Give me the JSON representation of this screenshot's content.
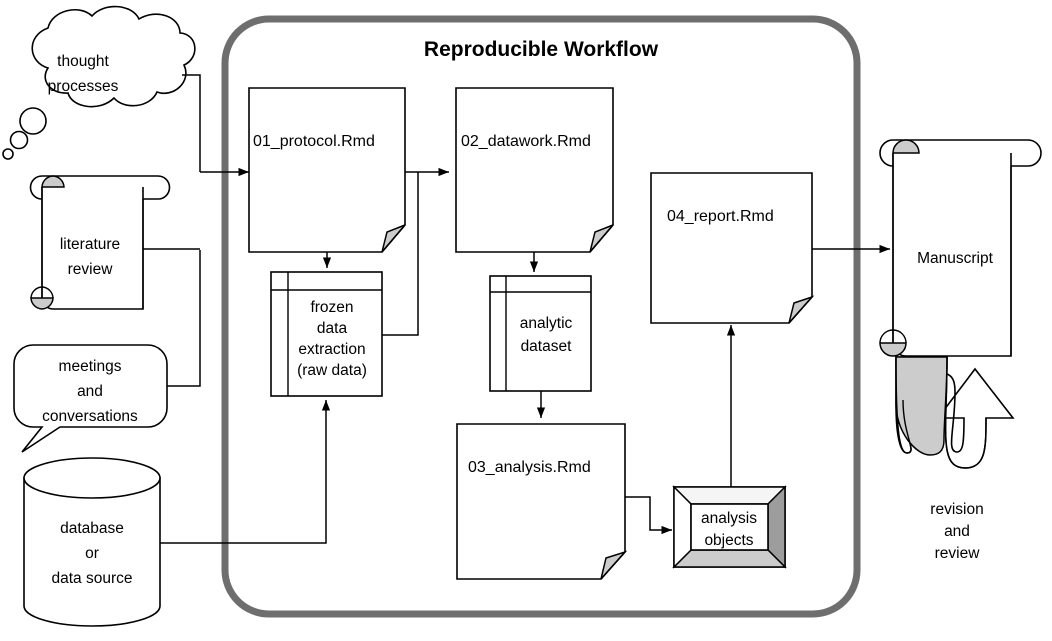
{
  "diagram": {
    "type": "flowchart",
    "title": "Reproducible Workflow",
    "container_label": "Reproducible Workflow",
    "colors": {
      "container_border": "#6e6e6e",
      "shape_stroke": "#000000",
      "shape_fill": "#ffffff",
      "accent_gray": "#cccccc",
      "text": "#000000",
      "background": "#ffffff"
    }
  },
  "inputs": {
    "thought_processes": {
      "line1": "thought",
      "line2": "processes",
      "shape": "cloud"
    },
    "literature_review": {
      "line1": "literature",
      "line2": "review",
      "shape": "scroll"
    },
    "meetings": {
      "line1": "meetings",
      "line2": "and",
      "line3": "conversations",
      "shape": "speech-bubble"
    },
    "database": {
      "line1": "database",
      "line2": "or",
      "line3": "data source",
      "shape": "cylinder"
    }
  },
  "workflow": {
    "protocol": {
      "label": "01_protocol.Rmd",
      "shape": "document"
    },
    "datawork": {
      "label": "02_datawork.Rmd",
      "shape": "document"
    },
    "analysis": {
      "label": "03_analysis.Rmd",
      "shape": "document"
    },
    "report": {
      "label": "04_report.Rmd",
      "shape": "document"
    },
    "frozen_data": {
      "line1": "frozen",
      "line2": "data",
      "line3": "extraction",
      "line4": "(raw data)",
      "shape": "internal-storage"
    },
    "analytic_dataset": {
      "line1": "analytic",
      "line2": "dataset",
      "shape": "internal-storage"
    },
    "analysis_objects": {
      "line1": "analysis",
      "line2": "objects",
      "shape": "3d-box"
    }
  },
  "outputs": {
    "manuscript": {
      "label": "Manuscript",
      "shape": "scroll"
    },
    "revision": {
      "line1": "revision",
      "line2": "and",
      "line3": "review",
      "shape": "curved-arrow"
    }
  }
}
